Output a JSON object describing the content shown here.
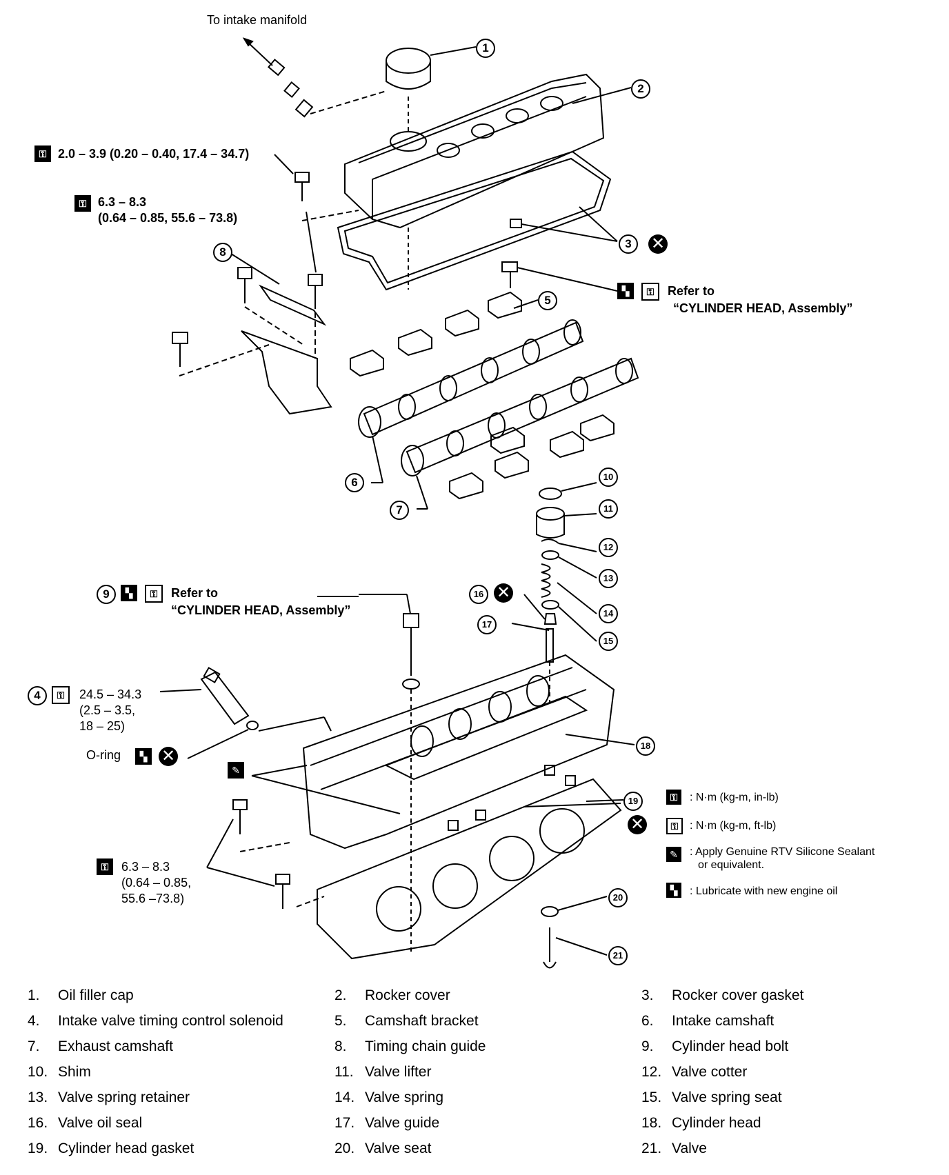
{
  "top_label": "To intake manifold",
  "torques": {
    "t1": "2.0 – 3.9 (0.20 – 0.40, 17.4 – 34.7)",
    "t2a": "6.3 – 8.3",
    "t2b": "(0.64 – 0.85, 55.6 – 73.8)",
    "t4a": "24.5 – 34.3",
    "t4b": "(2.5 – 3.5,",
    "t4c": "18 – 25)",
    "t5a": "6.3 – 8.3",
    "t5b": "(0.64 – 0.85,",
    "t5c": "55.6 –73.8)"
  },
  "refer": {
    "r5a": "Refer to",
    "r5b": "“CYLINDER HEAD, Assembly”",
    "r9a": "Refer to",
    "r9b": "“CYLINDER HEAD, Assembly”"
  },
  "oring_label": "O-ring",
  "callouts": [
    "1",
    "2",
    "3",
    "4",
    "5",
    "6",
    "7",
    "8",
    "9",
    "10",
    "11",
    "12",
    "13",
    "14",
    "15",
    "16",
    "17",
    "18",
    "19",
    "20",
    "21"
  ],
  "legend": {
    "nm_in": ": N·m (kg-m, in-lb)",
    "nm_ft": ": N·m (kg-m, ft-lb)",
    "rtv_a": ": Apply Genuine RTV Silicone Sealant",
    "rtv_b": "or equivalent.",
    "lube": ": Lubricate with new engine oil"
  },
  "parts": [
    {
      "n": "1.",
      "name": "Oil filler cap"
    },
    {
      "n": "2.",
      "name": "Rocker cover"
    },
    {
      "n": "3.",
      "name": "Rocker cover gasket"
    },
    {
      "n": "4.",
      "name": "Intake valve timing control solenoid"
    },
    {
      "n": "5.",
      "name": "Camshaft bracket"
    },
    {
      "n": "6.",
      "name": "Intake camshaft"
    },
    {
      "n": "7.",
      "name": "Exhaust camshaft"
    },
    {
      "n": "8.",
      "name": "Timing chain guide"
    },
    {
      "n": "9.",
      "name": "Cylinder head bolt"
    },
    {
      "n": "10.",
      "name": "Shim"
    },
    {
      "n": "11.",
      "name": "Valve lifter"
    },
    {
      "n": "12.",
      "name": "Valve cotter"
    },
    {
      "n": "13.",
      "name": "Valve spring retainer"
    },
    {
      "n": "14.",
      "name": "Valve spring"
    },
    {
      "n": "15.",
      "name": "Valve spring seat"
    },
    {
      "n": "16.",
      "name": "Valve oil seal"
    },
    {
      "n": "17.",
      "name": "Valve guide"
    },
    {
      "n": "18.",
      "name": "Cylinder head"
    },
    {
      "n": "19.",
      "name": "Cylinder head gasket"
    },
    {
      "n": "20.",
      "name": "Valve seat"
    },
    {
      "n": "21.",
      "name": "Valve"
    }
  ]
}
